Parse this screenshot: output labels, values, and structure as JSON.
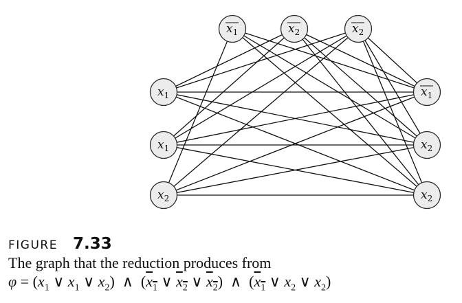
{
  "figure": {
    "label": "FIGURE",
    "number": "7.33",
    "caption": "The graph that the reduction produces from",
    "formula": {
      "phi": "φ",
      "eq": "=",
      "or": "∨",
      "and": "∧",
      "clauses": [
        [
          {
            "var": "x",
            "sub": "1",
            "neg": false
          },
          {
            "var": "x",
            "sub": "1",
            "neg": false
          },
          {
            "var": "x",
            "sub": "2",
            "neg": false
          }
        ],
        [
          {
            "var": "x",
            "sub": "1",
            "neg": true
          },
          {
            "var": "x",
            "sub": "2",
            "neg": true
          },
          {
            "var": "x",
            "sub": "2",
            "neg": true
          }
        ],
        [
          {
            "var": "x",
            "sub": "1",
            "neg": true
          },
          {
            "var": "x",
            "sub": "2",
            "neg": false
          },
          {
            "var": "x",
            "sub": "2",
            "neg": false
          }
        ]
      ]
    }
  },
  "graph": {
    "nodes": [
      {
        "id": "c2a",
        "var": "x",
        "sub": "1",
        "neg": true
      },
      {
        "id": "c2b",
        "var": "x",
        "sub": "2",
        "neg": true
      },
      {
        "id": "c2c",
        "var": "x",
        "sub": "2",
        "neg": true
      },
      {
        "id": "c1a",
        "var": "x",
        "sub": "1",
        "neg": false
      },
      {
        "id": "c1b",
        "var": "x",
        "sub": "1",
        "neg": false
      },
      {
        "id": "c1c",
        "var": "x",
        "sub": "2",
        "neg": false
      },
      {
        "id": "c3a",
        "var": "x",
        "sub": "1",
        "neg": true
      },
      {
        "id": "c3b",
        "var": "x",
        "sub": "2",
        "neg": false
      },
      {
        "id": "c3c",
        "var": "x",
        "sub": "2",
        "neg": false
      }
    ],
    "edges": [
      [
        "c1a",
        "c2b"
      ],
      [
        "c1a",
        "c2c"
      ],
      [
        "c1a",
        "c3a"
      ],
      [
        "c1a",
        "c3b"
      ],
      [
        "c1a",
        "c3c"
      ],
      [
        "c1b",
        "c2b"
      ],
      [
        "c1b",
        "c2c"
      ],
      [
        "c1b",
        "c3a"
      ],
      [
        "c1b",
        "c3b"
      ],
      [
        "c1b",
        "c3c"
      ],
      [
        "c1c",
        "c2a"
      ],
      [
        "c1c",
        "c2c"
      ],
      [
        "c1c",
        "c3a"
      ],
      [
        "c1c",
        "c3b"
      ],
      [
        "c1c",
        "c3c"
      ],
      [
        "c2a",
        "c3a"
      ],
      [
        "c2a",
        "c3b"
      ],
      [
        "c2a",
        "c3c"
      ],
      [
        "c2b",
        "c3a"
      ],
      [
        "c2b",
        "c3b"
      ],
      [
        "c2b",
        "c3c"
      ],
      [
        "c2c",
        "c3a"
      ],
      [
        "c2c",
        "c3b"
      ],
      [
        "c2c",
        "c3c"
      ]
    ]
  }
}
